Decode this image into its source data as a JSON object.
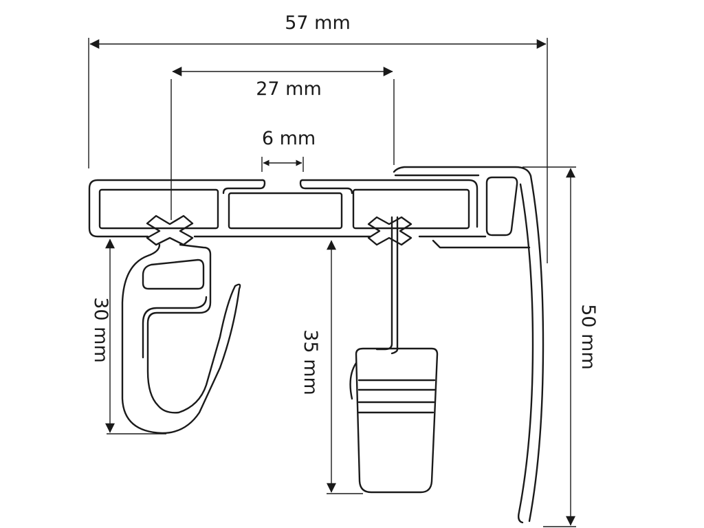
{
  "dimensions": {
    "overall_width": "57 mm",
    "hook_span": "27 mm",
    "slot_width": "6 mm",
    "hook_drop": "30 mm",
    "runner_drop": "35 mm",
    "overall_height": "50 mm"
  },
  "colors": {
    "line": "#1a1a1a",
    "background": "#ffffff"
  }
}
